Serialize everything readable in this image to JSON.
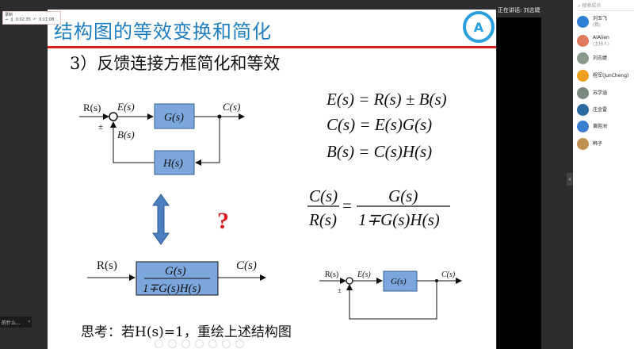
{
  "recorder": {
    "label": "录制",
    "elapsed": "0:02:35",
    "total": "0:11:08"
  },
  "slide": {
    "title": "结构图的等效变换和简化",
    "subtitle": "3）反馈连接方框简化和等效",
    "think": "思考：若H(s)=1，重绘上述结构图",
    "logo": "A",
    "diagram1": {
      "R": "R(s)",
      "E": "E(s)",
      "G": "G(s)",
      "C": "C(s)",
      "B": "B(s)",
      "H": "H(s)",
      "pm": "±"
    },
    "equations": [
      "E(s) = R(s) ± B(s)",
      "C(s) = E(s)G(s)",
      "B(s) = C(s)H(s)"
    ],
    "fraction": {
      "lhs_num": "C(s)",
      "lhs_den": "R(s)",
      "rhs_num": "G(s)",
      "rhs_den": "1∓G(s)H(s)"
    },
    "question": "?",
    "diagram2": {
      "R": "R(s)",
      "num": "G(s)",
      "den": "1∓G(s)H(s)",
      "C": "C(s)"
    },
    "diagram3": {
      "R": "R(s)",
      "E": "E(s)",
      "G": "G(s)",
      "C": "C(s)",
      "pm": "±"
    }
  },
  "speaking": "正在讲话: 刘志婕",
  "tooltip": "的什么...",
  "collapse": "‹",
  "panel": {
    "search_placeholder": "搜索成员",
    "members": [
      {
        "name": "刘玉飞",
        "role": "(我)",
        "color": "#2d7fd3"
      },
      {
        "name": "AIAlien",
        "role": "(主持人)",
        "color": "#e07a5f"
      },
      {
        "name": "刘志婕",
        "role": "",
        "color": "#8a9a8a"
      },
      {
        "name": "程军(JunCheng)",
        "role": "",
        "color": "#f0a020"
      },
      {
        "name": "苏学涵",
        "role": "",
        "color": "#7a8a80"
      },
      {
        "name": "庄金雷",
        "role": "",
        "color": "#2a6aa0"
      },
      {
        "name": "黄胜洲",
        "role": "",
        "color": "#3a80d0"
      },
      {
        "name": "韩子",
        "role": "",
        "color": "#c09050"
      }
    ]
  },
  "colors": {
    "title": "#1f7fc0",
    "rule": "#d9201f",
    "block": "#7ba7dc",
    "arrow": "#4a7fc0"
  }
}
